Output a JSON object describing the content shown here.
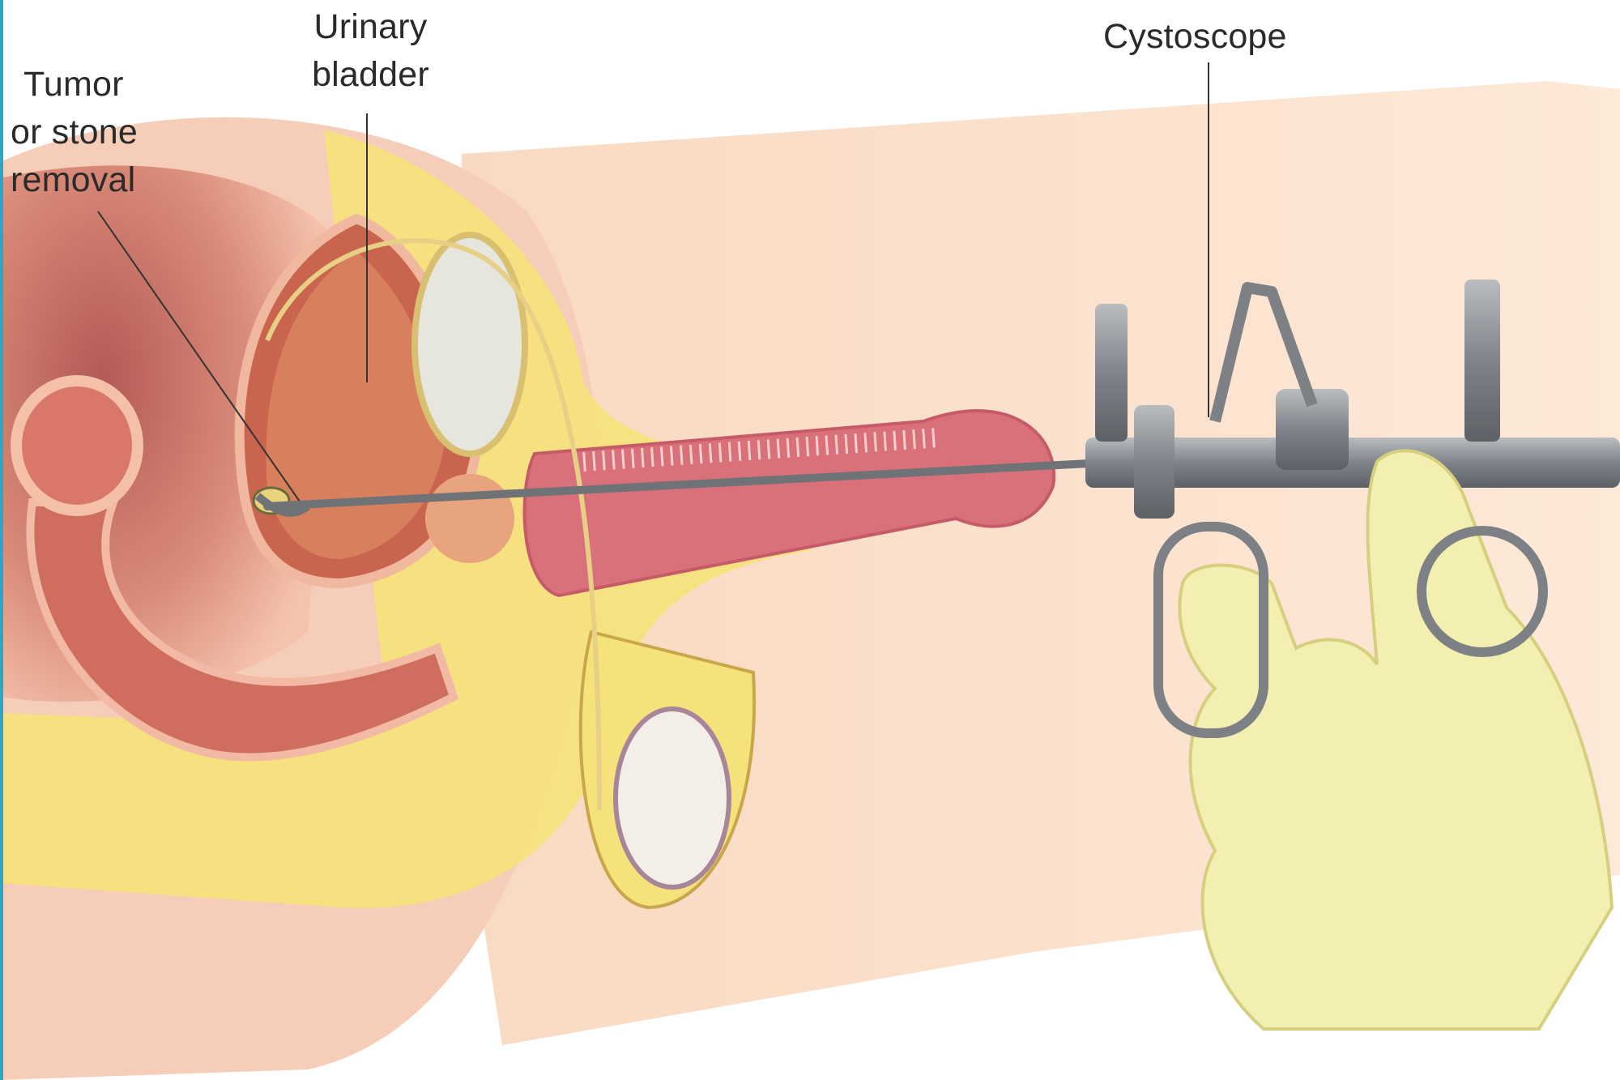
{
  "labels": {
    "tumor": [
      "Tumor",
      "or stone",
      "removal"
    ],
    "bladder": [
      "Urinary",
      "bladder"
    ],
    "cystoscope": "Cystoscope"
  },
  "colors": {
    "skin": "#fbe3cf",
    "fat": "#f6e27a",
    "tissue": "#d9826f",
    "instrument": "#8a8d92",
    "glove": "#f3efb0"
  }
}
